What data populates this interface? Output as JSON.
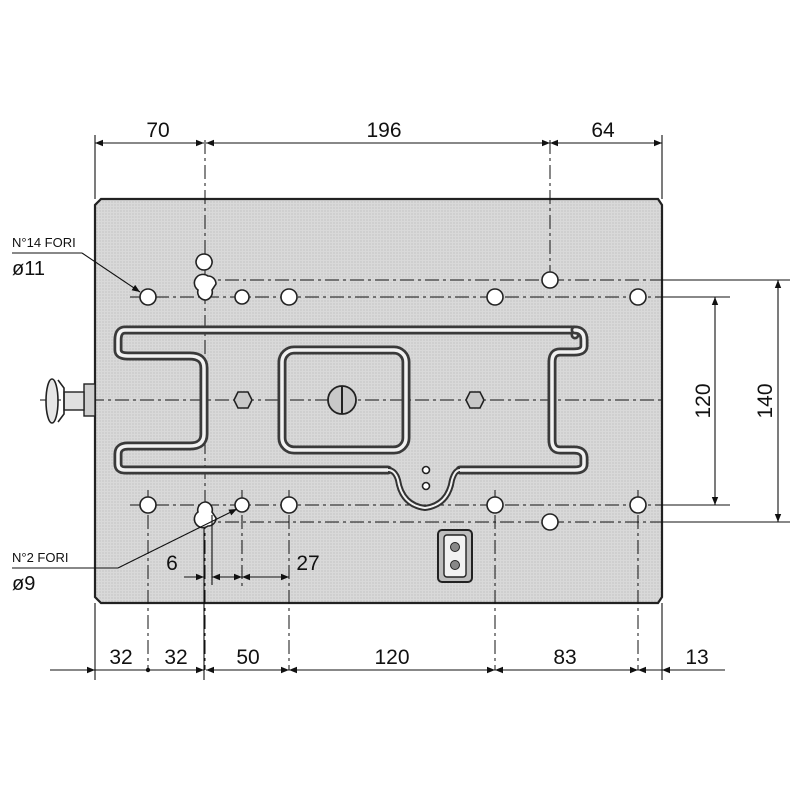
{
  "top_dimensions": [
    "70",
    "196",
    "64"
  ],
  "bottom_dimensions": [
    "32",
    "32",
    "50",
    "120",
    "83",
    "13"
  ],
  "small_dimensions": [
    "6",
    "27"
  ],
  "right_dimensions": [
    "120",
    "140"
  ],
  "callout_large_holes": {
    "count": "N°14 FORI",
    "diameter": "ø11"
  },
  "callout_small_holes": {
    "count": "N°2 FORI",
    "diameter": "ø9"
  }
}
